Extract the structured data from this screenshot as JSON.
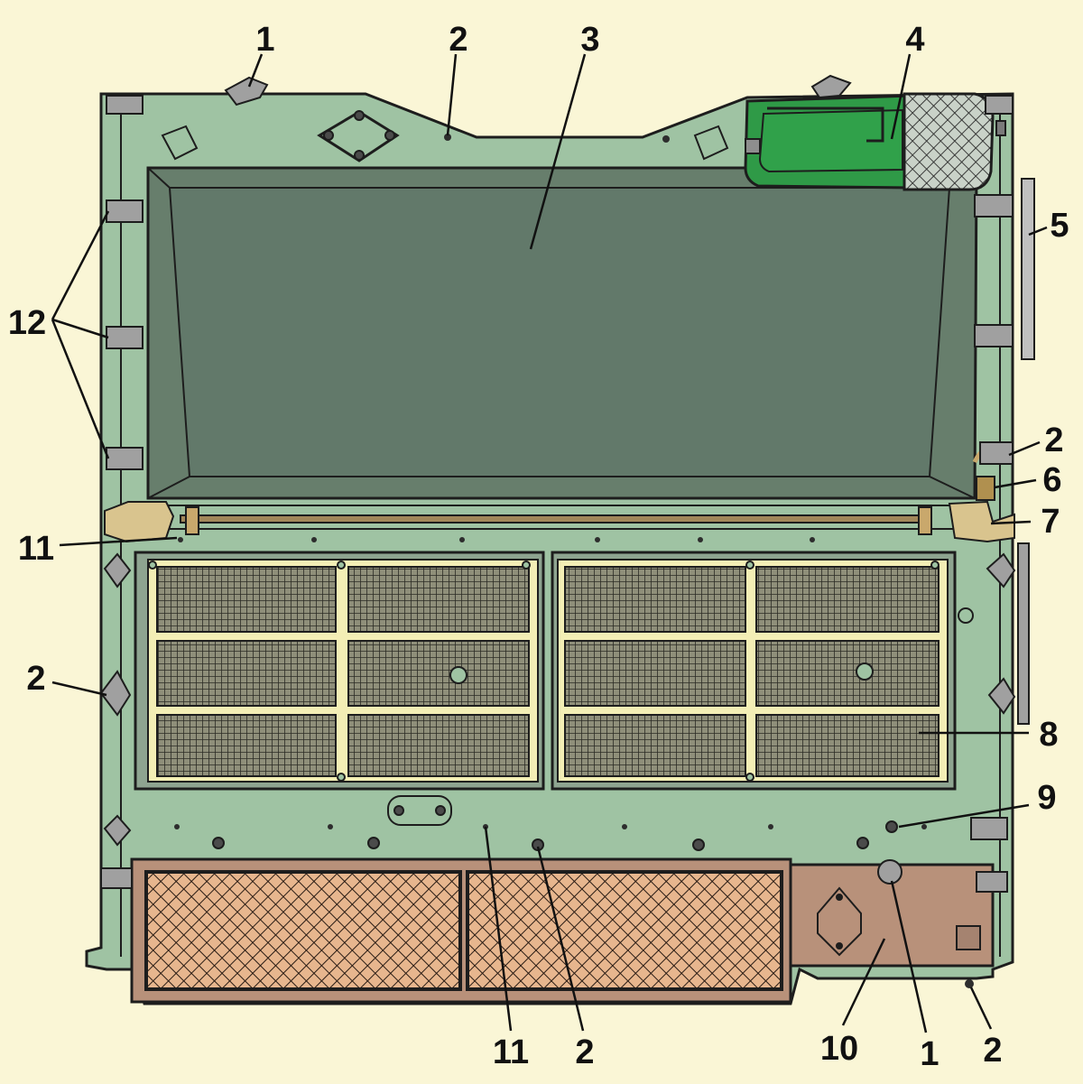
{
  "callouts": {
    "c1_top": "1",
    "c2_top": "2",
    "c3": "3",
    "c4": "4",
    "c5": "5",
    "c2_right": "2",
    "c6": "6",
    "c7": "7",
    "c12": "12",
    "c11_left": "11",
    "c2_left": "2",
    "c8": "8",
    "c9": "9",
    "c11_bottom": "11",
    "c2_bottom": "2",
    "c10": "10",
    "c1_bottom": "1",
    "c2_corner": "2"
  },
  "colors": {
    "background": "#faf6d6",
    "hull": "#9fc3a3",
    "window": "#677e6c",
    "window_inner": "#62796a",
    "hatch": "#2f9a47",
    "mesh_frame": "#f3eeb5",
    "bottom_box": "#b8917a",
    "bottom_mesh": "#e7b68e",
    "rod": "#a2875a",
    "bracket": "#d9c48e",
    "outline": "#1d1d1d"
  }
}
